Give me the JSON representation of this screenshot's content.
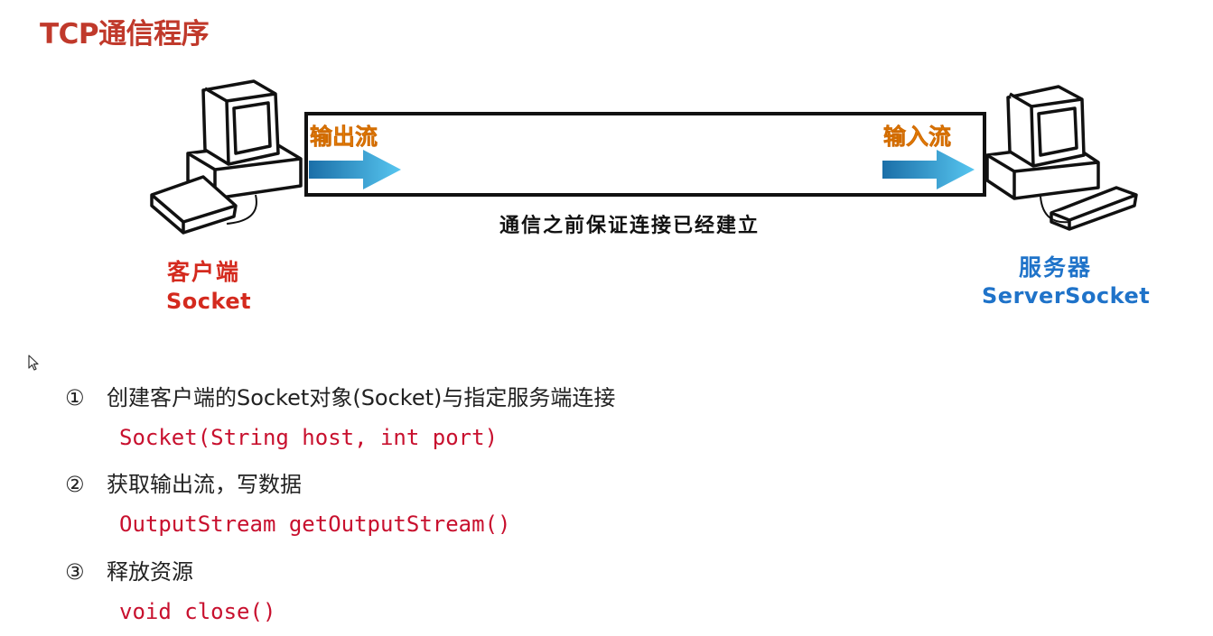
{
  "title": "TCP通信程序",
  "diagram": {
    "output_stream_label": "输出流",
    "input_stream_label": "输入流",
    "connection_caption": "通信之前保证连接已经建立",
    "client": {
      "role": "客户端",
      "class_name": "Socket"
    },
    "server": {
      "role": "服务器",
      "class_name": "ServerSocket"
    }
  },
  "steps": [
    {
      "num": "①",
      "text": "创建客户端的Socket对象(Socket)与指定服务端连接",
      "code": "Socket(String host, int port)"
    },
    {
      "num": "②",
      "text": "获取输出流，写数据",
      "code": "OutputStream getOutputStream()"
    },
    {
      "num": "③",
      "text": "释放资源",
      "code": "void close()"
    }
  ],
  "colors": {
    "title": "#c0392b",
    "stream_label": "#f28a00",
    "arrow": "#3fb6e8",
    "client": "#d42a1e",
    "server": "#1f73c9",
    "code": "#c8102e"
  },
  "icons": [
    "computer-icon",
    "arrow-right-icon",
    "mouse-cursor-icon"
  ]
}
